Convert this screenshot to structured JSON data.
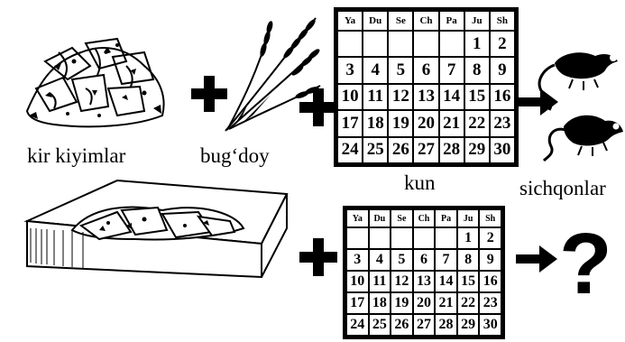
{
  "labels": {
    "dirty_clothes": "kir kiyimlar",
    "wheat": "bug‘doy",
    "day": "kun",
    "mice": "sichqonlar"
  },
  "unknown_result": "?",
  "calendar": {
    "weekdays": [
      "Ya",
      "Du",
      "Se",
      "Ch",
      "Pa",
      "Ju",
      "Sh"
    ],
    "weeks": [
      [
        "",
        "",
        "",
        "",
        "",
        "1",
        "2"
      ],
      [
        "3",
        "4",
        "5",
        "6",
        "7",
        "8",
        "9"
      ],
      [
        "10",
        "11",
        "12",
        "13",
        "14",
        "15",
        "16"
      ],
      [
        "17",
        "18",
        "19",
        "20",
        "21",
        "22",
        "23"
      ],
      [
        "24",
        "25",
        "26",
        "27",
        "28",
        "29",
        "30"
      ]
    ]
  }
}
